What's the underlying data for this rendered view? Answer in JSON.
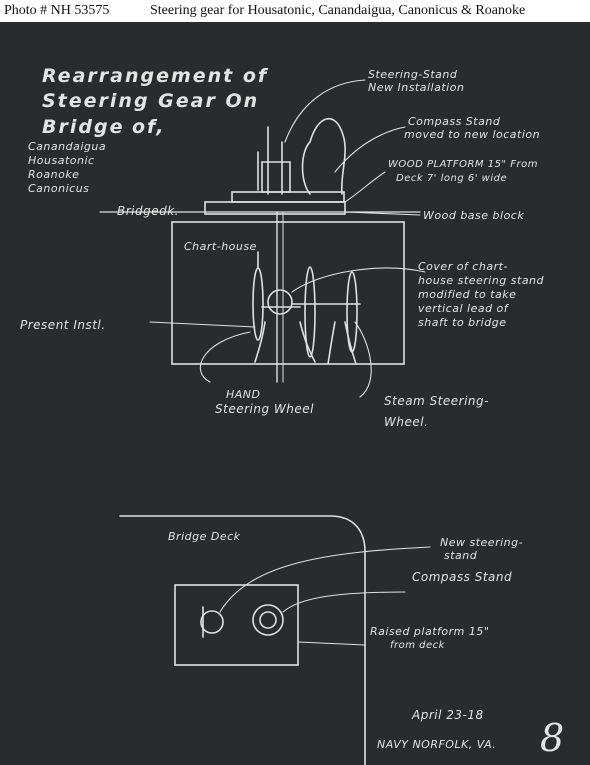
{
  "caption": {
    "photo_no": "Photo #  NH 53575",
    "description": "Steering gear for Housatonic, Canandaigua, Canonicus & Roanoke"
  },
  "drawing": {
    "title_lines": [
      "Rearrangement of",
      "Steering Gear On",
      "Bridge",
      "of,"
    ],
    "ships": [
      "Canandaigua",
      "Housatonic",
      "Roanoke",
      "Canonicus"
    ],
    "labels": {
      "steering_stand": [
        "Steering-Stand",
        "New Installation"
      ],
      "compass_stand": [
        "Compass Stand",
        "moved to new location"
      ],
      "wood_platform": [
        "WOOD PLATFORM 15\" From",
        "Deck 7' long 6' wide"
      ],
      "bridgedk": "Bridgedk.",
      "wood_base_block": "Wood base block",
      "chart_house": "Chart-house",
      "cover": [
        "Cover of chart-",
        "house steering stand",
        "modified to take",
        "vertical lead of",
        "shaft to bridge"
      ],
      "present_instl": "Present Instl.",
      "hand_wheel": [
        "HAND",
        "Steering Wheel"
      ],
      "steam_wheel": [
        "Steam Steering-",
        "Wheel."
      ],
      "bridge_deck": "Bridge Deck",
      "new_stand": [
        "New steering-",
        "stand"
      ],
      "compass_stand_2": "Compass Stand",
      "raised_platform": [
        "Raised platform 15\"",
        "from deck"
      ],
      "date": "April 23-18",
      "navy": "NAVY NORFOLK, VA.",
      "sheet_no": "8"
    }
  },
  "colors": {
    "board": "#2a2b2c",
    "chalk": "#e4e4e4",
    "caption_bg": "#ffffff"
  }
}
